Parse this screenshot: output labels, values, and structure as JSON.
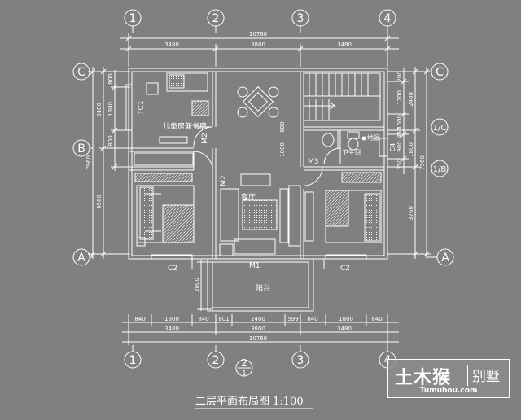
{
  "title": "二层平面布局图 1:100",
  "axis_labels": {
    "col_1": "1",
    "col_2": "2",
    "col_2_1": "2",
    "col_2_1_sub": "1",
    "col_3": "3",
    "col_4": "4",
    "row_A": "A",
    "row_B": "B",
    "row_C": "C",
    "row_1C": "1/C",
    "row_1B": "1/B"
  },
  "dims_top": {
    "total": "10760",
    "seg1": "3480",
    "seg2": "3800",
    "seg3": "3480"
  },
  "dims_bottom": {
    "d840a": "840",
    "d1800a": "1800",
    "d840b": "840",
    "d801": "801",
    "d2400": "2400",
    "d599": "599",
    "d840c": "840",
    "d1800b": "1800",
    "d840d": "840",
    "s3480a": "3480",
    "s3800": "3800",
    "s3480b": "3480",
    "total": "10760"
  },
  "dims_left": {
    "total": "7960",
    "d3400": "3400",
    "d4560": "4560",
    "d1800": "1800",
    "d800a": "800",
    "d800b": "800",
    "d2000": "2000"
  },
  "dims_right": {
    "total": "7960",
    "d2400": "2400",
    "d3760": "3760",
    "d1800": "1800",
    "d200": "200",
    "d1200": "1200",
    "d1000": "1000",
    "d450": "450",
    "d900": "900",
    "d350": "350"
  },
  "rooms": {
    "kids_study": "儿童房兼书房",
    "living": "客厅",
    "bath": "卫生间",
    "floor_drain": "地漏",
    "balcony": "阳台"
  },
  "labels": {
    "tc1": "TC1",
    "m2_upper": "M2",
    "m2_lower": "M2",
    "m3": "M3",
    "m1": "M1",
    "c2_left": "C2",
    "c2_right": "C2",
    "c4": "C4",
    "d1000": "1000",
    "d680": "680"
  },
  "logo": {
    "name": "土木猴",
    "tag": "别墅",
    "url": "Tumuhou.com"
  },
  "colors": {
    "background": "#808080",
    "lines": "#ffffff"
  }
}
